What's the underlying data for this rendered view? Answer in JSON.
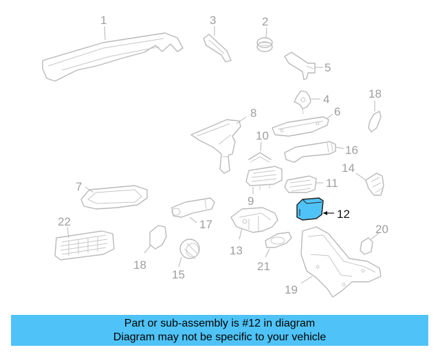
{
  "diagram": {
    "callouts": [
      "1",
      "2",
      "3",
      "5",
      "4",
      "18",
      "8",
      "6",
      "10",
      "16",
      "14",
      "7",
      "11",
      "9",
      "12",
      "22",
      "17",
      "20",
      "13",
      "21",
      "18",
      "15",
      "19"
    ],
    "highlighted_part": "12",
    "highlight_color": "#4fc3f7"
  },
  "banner": {
    "line1": "Part or sub-assembly is #12 in diagram",
    "line2": "Diagram may not be specific to your vehicle",
    "background": "#4fc3f7"
  }
}
